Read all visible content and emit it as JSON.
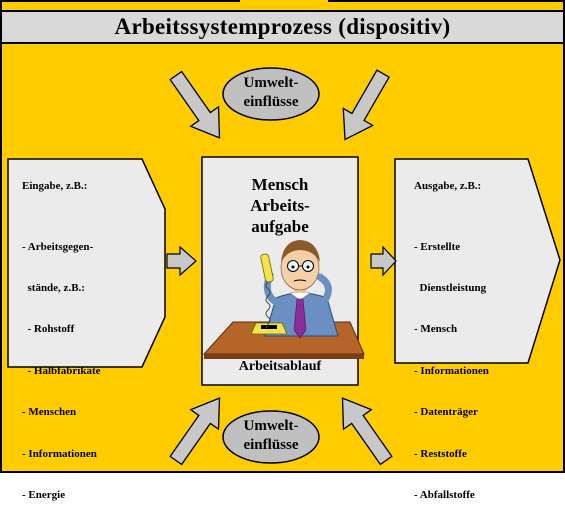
{
  "title": "Arbeitssystemprozess (dispositiv)",
  "environment": {
    "top": [
      "Umwelt-",
      "einflüsse"
    ],
    "bottom": [
      "Umwelt-",
      "einflüsse"
    ]
  },
  "input": {
    "heading": "Eingabe, z.B.:",
    "items": [
      "- Arbeitsgegen-",
      "  stände, z.B.:",
      "  - Rohstoff",
      "  - Halbfabrikate",
      "- Menschen",
      "- Informationen",
      "- Energie"
    ]
  },
  "center": {
    "lines": [
      "Mensch",
      "Arbeits-",
      "aufgabe"
    ],
    "footer": "Arbeitsablauf",
    "illustration": "person-at-desk-with-telephone"
  },
  "output": {
    "heading": "Ausgabe, z.B.:",
    "items": [
      "- Erstellte",
      "  Dienstleistung",
      "- Mensch",
      "- Informationen",
      "- Datenträger",
      "- Reststoffe",
      "- Abfallstoffe"
    ]
  },
  "colors": {
    "background": "#FFCC00",
    "title_bar": "#D9D9D9",
    "boxes": "#EBEBEB",
    "ellipse": "#C0C0C0",
    "arrows": "#C8C8C8"
  }
}
